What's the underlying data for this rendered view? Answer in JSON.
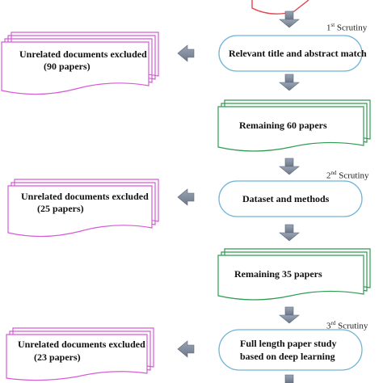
{
  "flow": {
    "scrutiny_1": "Scrutiny",
    "scrutiny_1_ord": "st",
    "scrutiny_1_num": "1",
    "scrutiny_2": "Scrutiny",
    "scrutiny_2_ord": "nd",
    "scrutiny_2_num": "2",
    "scrutiny_3": "Scrutiny",
    "scrutiny_3_ord": "rd",
    "scrutiny_3_num": "3",
    "step1": "Relevant title and abstract match",
    "remaining1": "Remaining 60 papers",
    "step2": "Dataset and methods",
    "remaining2": "Remaining 35 papers",
    "step3_line1": "Full length paper study",
    "step3_line2": "based on deep learning"
  },
  "excluded": {
    "label": "Unrelated documents excluded",
    "count1": "(90 papers)",
    "count2": "(25 papers)",
    "count3": "(23 papers)"
  },
  "colors": {
    "pill": "#6fb3d9",
    "green": "#2e9b52",
    "magenta": "#d65ad6",
    "arrow": "#7d8a99",
    "top_shape": "#e0464f"
  }
}
